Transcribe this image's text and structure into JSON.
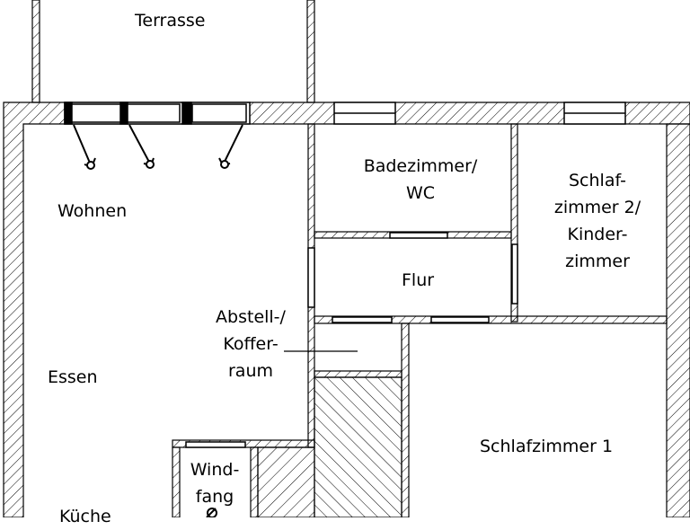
{
  "plan": {
    "rooms": {
      "terrace": "Terrasse",
      "living": "Wohnen",
      "dining": "Essen",
      "kitchen": "Küche",
      "bath": [
        "Badezimmer/",
        "WC"
      ],
      "bedroom2": [
        "Schlaf-",
        "zimmer 2/",
        "Kinder-",
        "zimmer"
      ],
      "hall": "Flur",
      "storage": [
        "Abstell-/",
        "Koffer-",
        "raum"
      ],
      "vestibule": [
        "Wind-",
        "fang"
      ],
      "bedroom1": "Schlafzimmer 1"
    }
  }
}
